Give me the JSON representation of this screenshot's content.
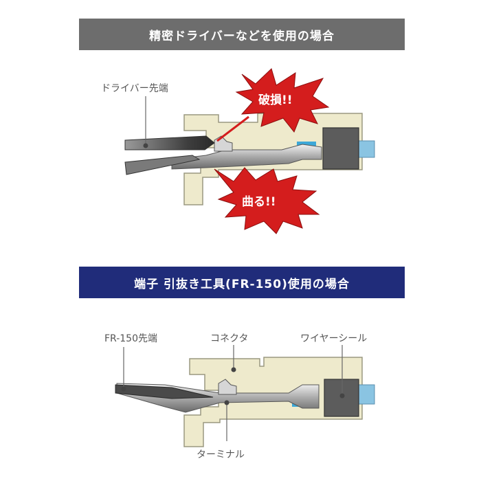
{
  "top": {
    "title": "精密ドライバーなどを使用の場合",
    "tip_label": "ドライバー先端",
    "damage_label": "破損!!",
    "bend_label": "曲る!!"
  },
  "bottom": {
    "title": "端子 引抜き工具(FR-150)使用の場合",
    "tip_label": "FR-150先端",
    "connector_label": "コネクタ",
    "seal_label": "ワイヤーシール",
    "terminal_label": "ターミナル"
  },
  "colors": {
    "top_banner": "#6d6d6d",
    "bottom_banner": "#202c7a",
    "housing": "#eeeacc",
    "burst": "#d41d1d",
    "wire": "#8ac4e2"
  }
}
